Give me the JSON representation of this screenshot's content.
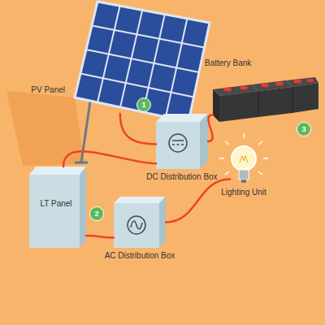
{
  "diagram": {
    "nodes": [
      {
        "text": [
          "PV Panel"
        ]
      },
      {
        "text": [
          "DC Distribution Box"
        ]
      },
      {
        "text": [
          "Battery Bank"
        ]
      },
      {
        "text": [
          "LT Panel"
        ]
      },
      {
        "text": [
          "AC Distribution Box"
        ]
      },
      {
        "text": [
          "Lighting Unit"
        ]
      }
    ],
    "edges": [
      {
        "from": 0,
        "to": 1,
        "arrow": "none"
      },
      {
        "from": 1,
        "to": 2,
        "arrow": "none"
      },
      {
        "from": 1,
        "to": 3,
        "arrow": "none"
      },
      {
        "from": 3,
        "to": 4,
        "arrow": "none"
      },
      {
        "from": 4,
        "to": 5,
        "arrow": "none"
      }
    ],
    "labels": [
      "1",
      "2",
      "3"
    ]
  }
}
